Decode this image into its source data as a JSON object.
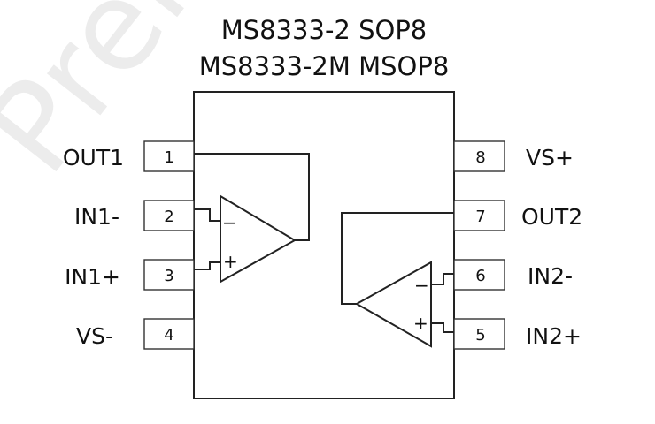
{
  "watermark": "Prel",
  "title_line1": "MS8333-2 SOP8",
  "title_line2": "MS8333-2M MSOP8",
  "pins_left": [
    {
      "number": "1",
      "label": "OUT1"
    },
    {
      "number": "2",
      "label": "IN1-"
    },
    {
      "number": "3",
      "label": "IN1+"
    },
    {
      "number": "4",
      "label": "VS-"
    }
  ],
  "pins_right": [
    {
      "number": "8",
      "label": "VS+"
    },
    {
      "number": "7",
      "label": "OUT2"
    },
    {
      "number": "6",
      "label": "IN2-"
    },
    {
      "number": "5",
      "label": "IN2+"
    }
  ],
  "opamp1": {
    "minus": "−",
    "plus": "+"
  },
  "opamp2": {
    "minus": "−",
    "plus": "+"
  }
}
